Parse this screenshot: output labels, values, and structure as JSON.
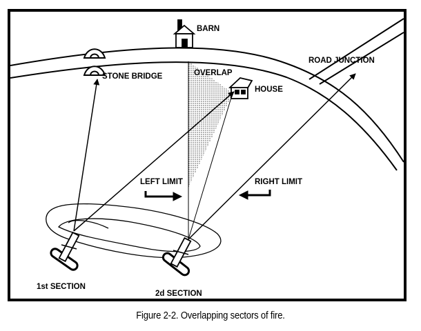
{
  "labels": {
    "barn": "BARN",
    "stone_bridge": "STONE BRIDGE",
    "overlap": "OVERLAP",
    "house": "HOUSE",
    "road_junction": "ROAD JUNCTION",
    "left_limit": "LEFT LIMIT",
    "right_limit": "RIGHT LIMIT",
    "first_section": "1st SECTION",
    "second_section": "2d SECTION"
  },
  "caption": "Figure 2-2.  Overlapping sectors of fire."
}
